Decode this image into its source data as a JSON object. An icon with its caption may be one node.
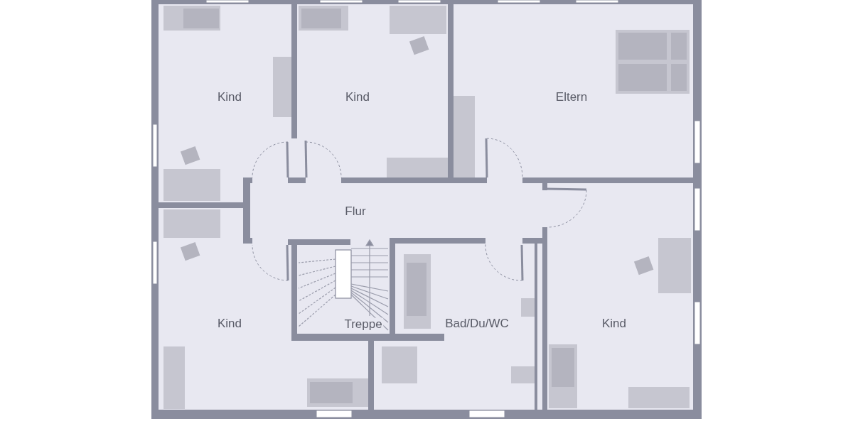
{
  "diagram": {
    "nodes": [
      {
        "text": [
          "Kind"
        ]
      },
      {
        "text": [
          "Kind"
        ]
      },
      {
        "text": [
          "Eltern"
        ]
      },
      {
        "text": [
          "Flur"
        ]
      },
      {
        "text": [
          "Kind"
        ]
      },
      {
        "text": [
          "Treppe"
        ]
      },
      {
        "text": [
          "Bad/Du/WC"
        ]
      },
      {
        "text": [
          "Kind"
        ]
      }
    ]
  }
}
